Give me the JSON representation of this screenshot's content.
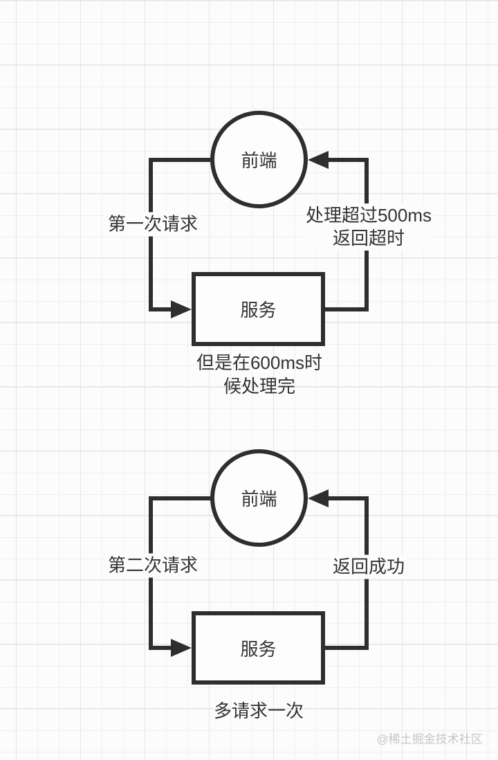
{
  "page": {
    "watermark": "@稀土掘金技术社区"
  },
  "colors": {
    "background": "#fcfcfc",
    "grid_minor": "#efefef",
    "grid_major": "#e4e4e4",
    "stroke": "#2e2e2e",
    "text": "#333333",
    "watermark": "#c6c6c6"
  },
  "diagram1": {
    "frontend_node_label": "前端",
    "service_node_label": "服务",
    "request_edge_label": "第一次请求",
    "response_edge_label_line1": "处理超过500ms",
    "response_edge_label_line2": "返回超时",
    "note_line1": "但是在600ms时",
    "note_line2": "候处理完"
  },
  "diagram2": {
    "frontend_node_label": "前端",
    "service_node_label": "服务",
    "request_edge_label": "第二次请求",
    "response_edge_label": "返回成功",
    "note": "多请求一次"
  }
}
